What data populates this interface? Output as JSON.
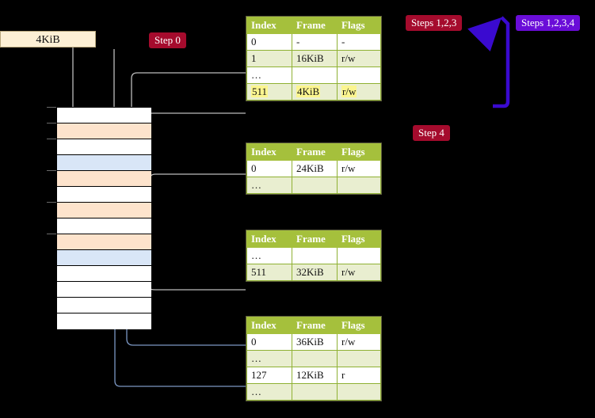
{
  "diagram": {
    "title_label": "4KiB",
    "badges": {
      "step0": "Step 0",
      "steps123": "Steps 1,2,3",
      "steps1234": "Steps 1,2,3,4",
      "step4": "Step 4"
    }
  },
  "memory": {
    "rows": [
      {
        "fill": "white"
      },
      {
        "fill": "orange"
      },
      {
        "fill": "white"
      },
      {
        "fill": "blue"
      },
      {
        "fill": "orange"
      },
      {
        "fill": "white"
      },
      {
        "fill": "orange"
      },
      {
        "fill": "white"
      },
      {
        "fill": "orange"
      },
      {
        "fill": "blue"
      },
      {
        "fill": "white"
      },
      {
        "fill": "white"
      },
      {
        "fill": "white"
      },
      {
        "fill": "white"
      }
    ]
  },
  "tables": [
    {
      "id": "pt1",
      "headers": [
        "Index",
        "Frame",
        "Flags"
      ],
      "rows": [
        {
          "style": "plain",
          "cells": [
            "0",
            "-",
            "-"
          ],
          "highlight": [
            false,
            false,
            false
          ]
        },
        {
          "style": "alt",
          "cells": [
            "1",
            "16KiB",
            "r/w"
          ],
          "highlight": [
            false,
            false,
            false
          ]
        },
        {
          "style": "plain",
          "cells": [
            "…",
            "",
            ""
          ],
          "highlight": [
            false,
            false,
            false
          ]
        },
        {
          "style": "alt",
          "cells": [
            "511",
            "4KiB",
            "r/w"
          ],
          "highlight": [
            true,
            true,
            true
          ]
        }
      ]
    },
    {
      "id": "pt2",
      "headers": [
        "Index",
        "Frame",
        "Flags"
      ],
      "rows": [
        {
          "style": "plain",
          "cells": [
            "0",
            "24KiB",
            "r/w"
          ],
          "highlight": [
            false,
            false,
            false
          ]
        },
        {
          "style": "alt",
          "cells": [
            "…",
            "",
            ""
          ],
          "highlight": [
            false,
            false,
            false
          ]
        }
      ]
    },
    {
      "id": "pt3",
      "headers": [
        "Index",
        "Frame",
        "Flags"
      ],
      "rows": [
        {
          "style": "plain",
          "cells": [
            "…",
            "",
            ""
          ],
          "highlight": [
            false,
            false,
            false
          ]
        },
        {
          "style": "alt",
          "cells": [
            "511",
            "32KiB",
            "r/w"
          ],
          "highlight": [
            false,
            false,
            false
          ]
        }
      ]
    },
    {
      "id": "pt4",
      "headers": [
        "Index",
        "Frame",
        "Flags"
      ],
      "rows": [
        {
          "style": "plain",
          "cells": [
            "0",
            "36KiB",
            "r/w"
          ],
          "highlight": [
            false,
            false,
            false
          ]
        },
        {
          "style": "alt",
          "cells": [
            "…",
            "",
            ""
          ],
          "highlight": [
            false,
            false,
            false
          ]
        },
        {
          "style": "plain",
          "cells": [
            "127",
            "12KiB",
            "r"
          ],
          "highlight": [
            false,
            false,
            false
          ]
        },
        {
          "style": "alt",
          "cells": [
            "…",
            "",
            ""
          ],
          "highlight": [
            false,
            false,
            false
          ]
        }
      ]
    }
  ],
  "colors": {
    "background": "#000000",
    "header_green": "#a5c03c",
    "alt_row": "#e9eed0",
    "highlight_yellow": "#fbf58f",
    "badge_crimson": "#a50b2d",
    "badge_violet": "#6a0dd8",
    "memory_orange": "#fde3cc",
    "memory_blue": "#d9e6f7",
    "label_cream": "#fdf0d5",
    "wire_gray": "#bfbfbf",
    "wire_blue": "#7c98c4"
  }
}
